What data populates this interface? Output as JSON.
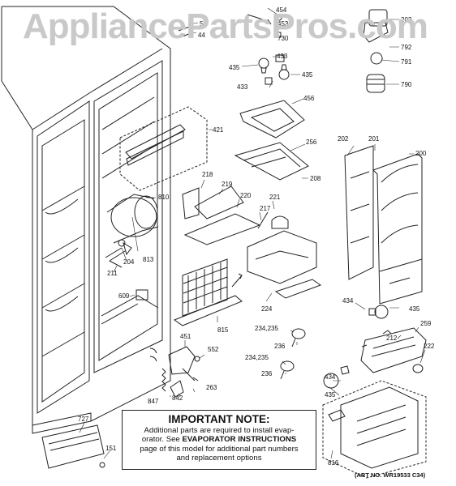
{
  "watermark": "AppliancePartsPros.com",
  "labels": [
    {
      "id": "454",
      "text": "454"
    },
    {
      "id": "453",
      "text": "453"
    },
    {
      "id": "730",
      "text": "730"
    },
    {
      "id": "52",
      "text": "52"
    },
    {
      "id": "44",
      "text": "44"
    },
    {
      "id": "203",
      "text": "203"
    },
    {
      "id": "792",
      "text": "792"
    },
    {
      "id": "791",
      "text": "791"
    },
    {
      "id": "790",
      "text": "790"
    },
    {
      "id": "435a",
      "text": "435"
    },
    {
      "id": "433a",
      "text": "433"
    },
    {
      "id": "433b",
      "text": "433"
    },
    {
      "id": "435b",
      "text": "435"
    },
    {
      "id": "456",
      "text": "456"
    },
    {
      "id": "421",
      "text": "421"
    },
    {
      "id": "202",
      "text": "202"
    },
    {
      "id": "201",
      "text": "201"
    },
    {
      "id": "200",
      "text": "200"
    },
    {
      "id": "256",
      "text": "256"
    },
    {
      "id": "208",
      "text": "208"
    },
    {
      "id": "218",
      "text": "218"
    },
    {
      "id": "219",
      "text": "219"
    },
    {
      "id": "810",
      "text": "810"
    },
    {
      "id": "220",
      "text": "220"
    },
    {
      "id": "221",
      "text": "221"
    },
    {
      "id": "217",
      "text": "217"
    },
    {
      "id": "204",
      "text": "204"
    },
    {
      "id": "813",
      "text": "813"
    },
    {
      "id": "211",
      "text": "211"
    },
    {
      "id": "609",
      "text": "609"
    },
    {
      "id": "815",
      "text": "815"
    },
    {
      "id": "224",
      "text": "224"
    },
    {
      "id": "434a",
      "text": "434"
    },
    {
      "id": "435c",
      "text": "435"
    },
    {
      "id": "234_235a",
      "text": "234,235"
    },
    {
      "id": "236a",
      "text": "236"
    },
    {
      "id": "451",
      "text": "451"
    },
    {
      "id": "552",
      "text": "552"
    },
    {
      "id": "212",
      "text": "212"
    },
    {
      "id": "259",
      "text": "259"
    },
    {
      "id": "222",
      "text": "222"
    },
    {
      "id": "234_235b",
      "text": "234,235"
    },
    {
      "id": "236b",
      "text": "236"
    },
    {
      "id": "434b",
      "text": "434"
    },
    {
      "id": "435d",
      "text": "435"
    },
    {
      "id": "263",
      "text": "263"
    },
    {
      "id": "847",
      "text": "847"
    },
    {
      "id": "842",
      "text": "842"
    },
    {
      "id": "727",
      "text": "727"
    },
    {
      "id": "151",
      "text": "151"
    },
    {
      "id": "816",
      "text": "816"
    }
  ],
  "note": {
    "title": "IMPORTANT NOTE:",
    "line1": "Additional parts are required to install evap-",
    "line2_pre": "orator. See ",
    "line2_bold": "EVAPORATOR INSTRUCTIONS",
    "line3": "page of this model for additional part numbers",
    "line4": "and replacement options"
  },
  "art_number": "(ART NO. WR19533 C34)"
}
